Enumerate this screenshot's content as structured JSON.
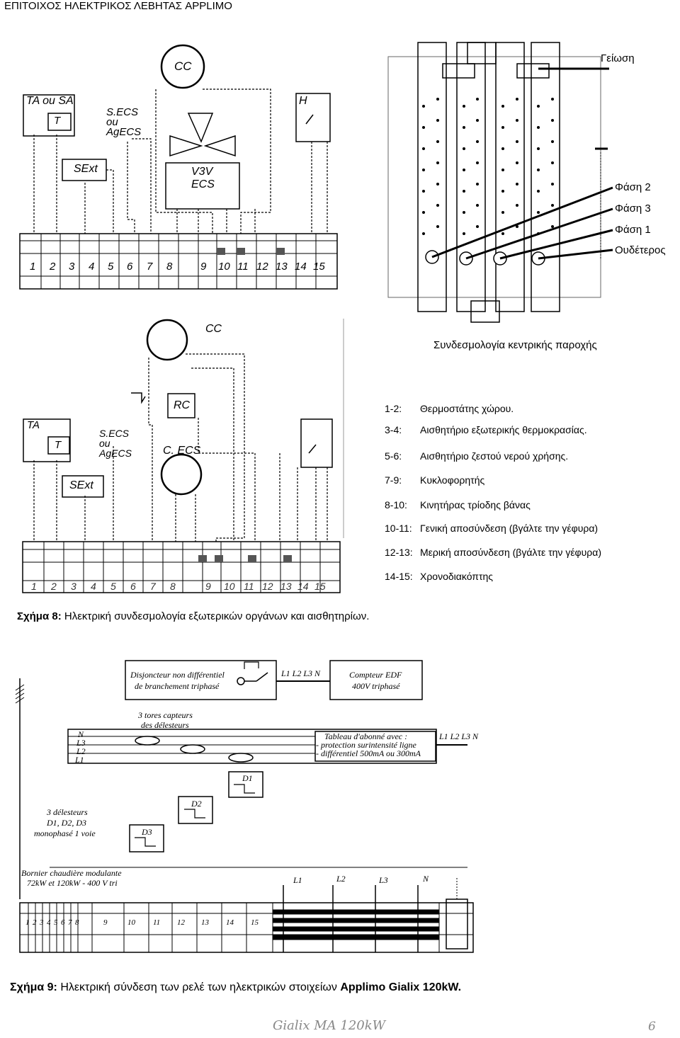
{
  "header": {
    "title": "ΕΠΙΤΟΙΧΟΣ ΗΛΕΚΤΡΙΚΟΣ ΛΕΒΗΤΑΣ APPLIMO"
  },
  "diagram1": {
    "cc": "CC",
    "ta_sa": "TA ou SA",
    "t": "T",
    "secs": "S.ECS",
    "ou": "ou",
    "agecs": "AgECS",
    "h": "H",
    "sext": "SExt",
    "v3v": "V3V",
    "ecs": "ECS",
    "terminals": [
      "1",
      "2",
      "3",
      "4",
      "5",
      "6",
      "7",
      "8",
      "9",
      "10",
      "11",
      "12",
      "13",
      "14",
      "15"
    ]
  },
  "supply": {
    "earth": "Γείωση",
    "phase2": "Φάση 2",
    "phase3": "Φάση 3",
    "phase1": "Φάση 1",
    "neutral": "Ουδέτερος",
    "caption": "Συνδεσμολογία κεντρικής παροχής"
  },
  "diagram2": {
    "cc": "CC",
    "rc": "RC",
    "ta": "TA",
    "t": "T",
    "secs": "S.ECS",
    "ou": "ou",
    "agecs": "AgECS",
    "cecs": "C. ECS",
    "sext": "SExt",
    "terminals": [
      "1",
      "2",
      "3",
      "4",
      "5",
      "6",
      "7",
      "8",
      "9",
      "10",
      "11",
      "12",
      "13",
      "14",
      "15"
    ]
  },
  "legend": [
    {
      "code": "1-2:",
      "text": "Θερμοστάτης χώρου."
    },
    {
      "code": "3-4:",
      "text": "Αισθητήριο εξωτερικής θερμοκρασίας."
    },
    {
      "code": "5-6:",
      "text": "Αισθητήριο ζεστού νερού χρήσης."
    },
    {
      "code": "7-9:",
      "text": "Κυκλοφορητής"
    },
    {
      "code": "8-10:",
      "text": "Κινητήρας τρίοδης βάνας"
    },
    {
      "code": "10-11:",
      "text": "Γενική αποσύνδεση  (βγάλτε την γέφυρα)"
    },
    {
      "code": "12-13:",
      "text": "Μερική αποσύνδεση (βγάλτε την γέφυρα)"
    },
    {
      "code": "14-15:",
      "text": "Χρονοδιακόπτης"
    }
  ],
  "figure8": {
    "label": "Σχήμα 8:",
    "text": "Ηλεκτρική συνδεσμολογία εξωτερικών οργάνων και αισθητηρίων."
  },
  "diagram3": {
    "disjoncteur1": "Disjoncteur non différentiel",
    "disjoncteur2": "de branchement triphasé",
    "l123n_top": "L1 L2 L3 N",
    "compteur1": "Compteur EDF",
    "compteur2": "400V triphasé",
    "tores1": "3 tores capteurs",
    "tores2": "des délesteurs",
    "n": "N",
    "l3": "L3",
    "l2": "L2",
    "l1": "L1",
    "tableau1": "Tableau d'abonné avec :",
    "tableau2": "- protection surintensité ligne",
    "tableau3": "- différentiel 500mA ou 300mA",
    "l123n_right": "L1 L2 L3 N",
    "d1": "D1",
    "d2": "D2",
    "d3": "D3",
    "delesteurs1": "3 délesteurs",
    "delesteurs2": "D1, D2, D3",
    "delesteurs3": "monophasé 1 voie",
    "bornier1": "Bornier chaudière modulante",
    "bornier2": "72kW et 120kW - 400 V tri",
    "bl1": "L1",
    "bl2": "L2",
    "bl3": "L3",
    "bn": "N",
    "terminals": [
      "1",
      "2",
      "3",
      "4",
      "5",
      "6",
      "7",
      "8",
      "9",
      "10",
      "11",
      "12",
      "13",
      "14",
      "15"
    ]
  },
  "figure9": {
    "label": "Σχήμα 9:",
    "text": "Ηλεκτρική σύνδεση των ρελέ των ηλεκτρικών στοιχείων",
    "bold": "Applimo Gialix 120kW."
  },
  "footer": {
    "title": "Gialix MA 120kW",
    "page": "6"
  }
}
